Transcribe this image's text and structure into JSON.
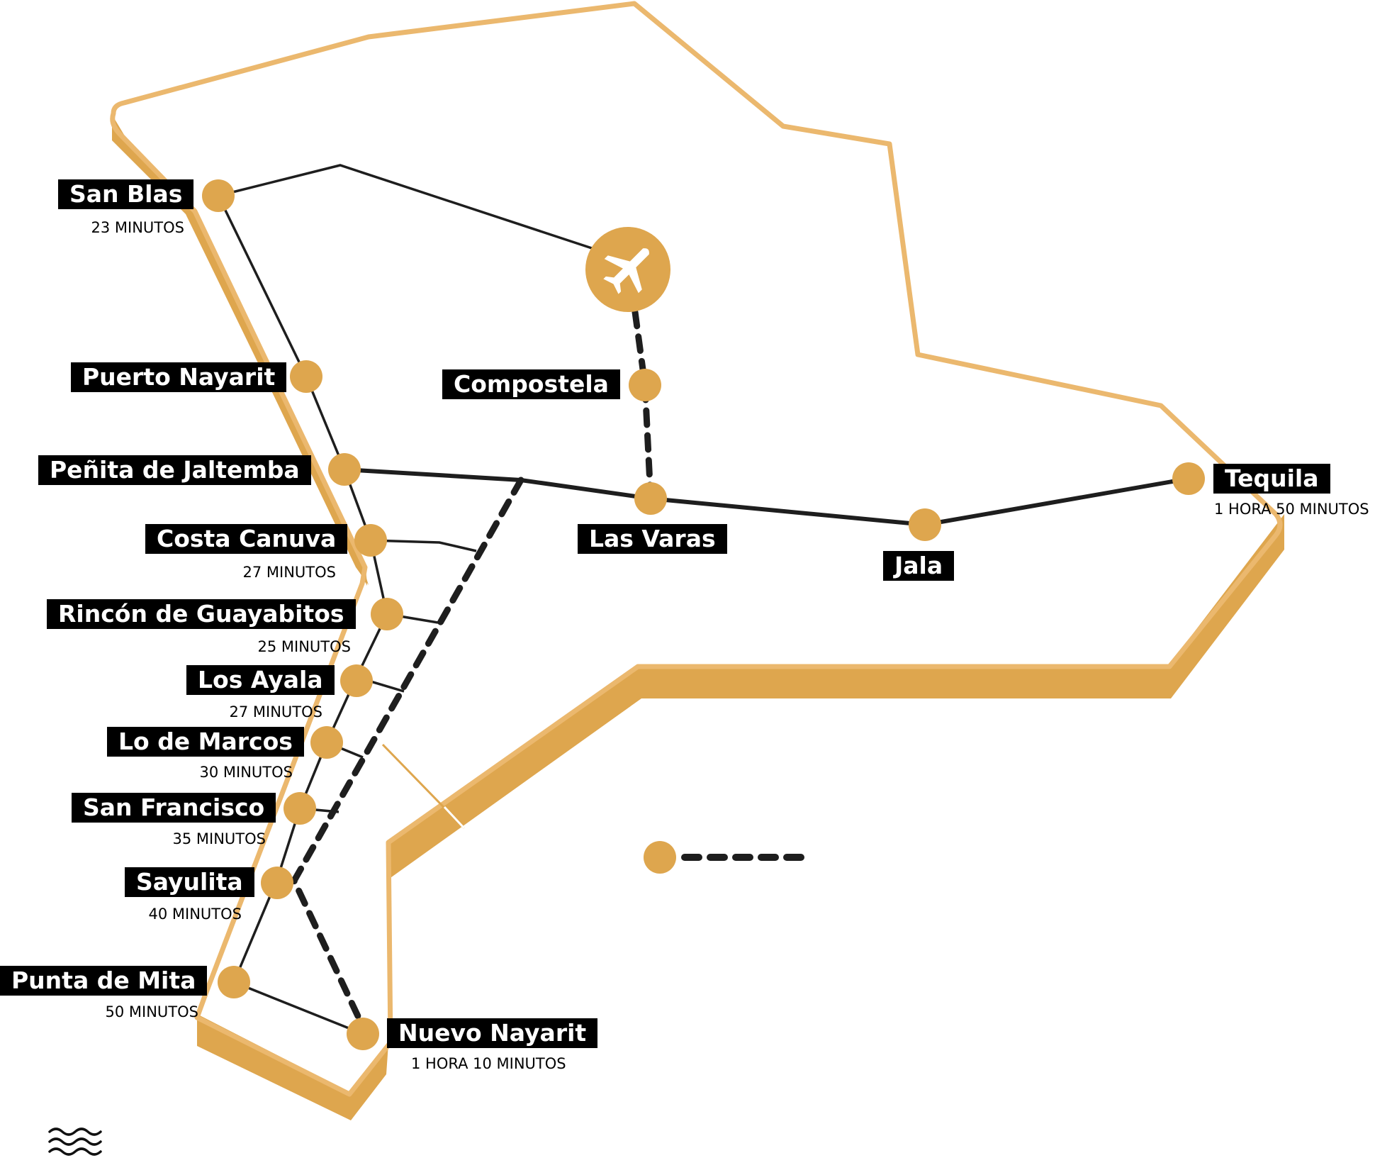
{
  "colors": {
    "gold": "#dea64e",
    "gold_light": "#ebb86e",
    "route": "#1e1e1e",
    "label_bg": "#000000",
    "label_text": "#ffffff"
  },
  "icons": {
    "airport": "airplane-icon",
    "sea": "waves-icon"
  },
  "places": {
    "san_blas": {
      "name": "San Blas",
      "time": "23 MINUTOS"
    },
    "puerto_nayarit": {
      "name": "Puerto Nayarit"
    },
    "compostela": {
      "name": "Compostela"
    },
    "penita": {
      "name": "Peñita de Jaltemba"
    },
    "tequila": {
      "name": "Tequila",
      "time": "1 HORA 50 MINUTOS"
    },
    "costa_canuva": {
      "name": "Costa Canuva",
      "time": "27 MINUTOS"
    },
    "las_varas": {
      "name": "Las Varas"
    },
    "jala": {
      "name": "Jala"
    },
    "guayabitos": {
      "name": "Rincón de Guayabitos",
      "time": "25 MINUTOS"
    },
    "los_ayala": {
      "name": "Los Ayala",
      "time": "27 MINUTOS"
    },
    "lo_de_marcos": {
      "name": "Lo de Marcos",
      "time": "30 MINUTOS"
    },
    "san_francisco": {
      "name": "San Francisco",
      "time": "35 MINUTOS"
    },
    "sayulita": {
      "name": "Sayulita",
      "time": "40 MINUTOS"
    },
    "punta_de_mita": {
      "name": "Punta de Mita",
      "time": "50 MINUTOS"
    },
    "nuevo_nayarit": {
      "name": "Nuevo Nayarit",
      "time": "1 HORA 10 MINUTOS"
    }
  }
}
